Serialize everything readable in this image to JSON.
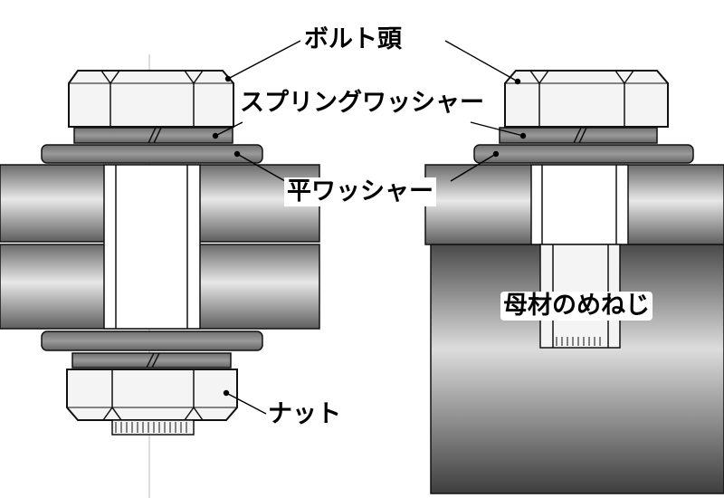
{
  "labels": {
    "bolt_head": "ボルト頭",
    "spring_washer": "スプリングワッシャー",
    "flat_washer": "平ワッシャー",
    "nut": "ナット",
    "base_thread": "母材のめねじ"
  },
  "colors": {
    "metal_dark": "#5a5a5a",
    "metal_light": "#e6e6e6",
    "washer": "#7e7e7e",
    "spring_washer": "#9a9a9a",
    "hex_face": "#f4f4f4",
    "outline": "#111111"
  }
}
